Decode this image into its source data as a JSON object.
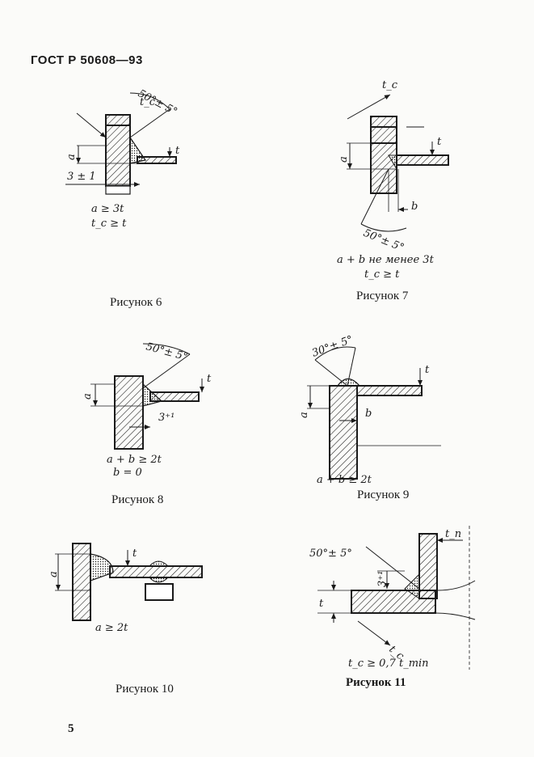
{
  "header": {
    "title": "ГОСТ Р 50608—93"
  },
  "figures": [
    {
      "caption": "Рисунок 6",
      "angle": "50°± 5°",
      "leg": "t_c",
      "thick": "t",
      "gap": "3 ± 1",
      "side": "a",
      "notes": [
        "a ≥ 3t",
        "t_c ≥ t"
      ]
    },
    {
      "caption": "Рисунок 7",
      "angle": "50°± 5°",
      "leg": "t_c",
      "thick": "t",
      "side": "a",
      "gap": "b",
      "notes": [
        "a + b  не менее 3t",
        "t_c ≥ t"
      ]
    },
    {
      "caption": "Рисунок 8",
      "angle": "50°± 5°",
      "thick": "t",
      "side": "a",
      "gap": "3⁺¹",
      "notes": [
        "a + b ≥ 2t",
        "b = 0"
      ]
    },
    {
      "caption": "Рисунок 9",
      "angle": "30°± 5°",
      "thick": "t",
      "side": "a",
      "gap": "b",
      "notes": [
        "a + b ≥ 2t"
      ]
    },
    {
      "caption": "Рисунок 10",
      "thick": "t",
      "side": "a",
      "notes": [
        "a ≥ 2t"
      ]
    },
    {
      "caption": "Рисунок 11",
      "angle": "50°± 5°",
      "leg": "t_n",
      "thick": "t",
      "gap": "3⁺¹",
      "leg2": "t_c",
      "notes": [
        "t_c ≥ 0,7 t_min"
      ]
    }
  ],
  "page_number": "5"
}
